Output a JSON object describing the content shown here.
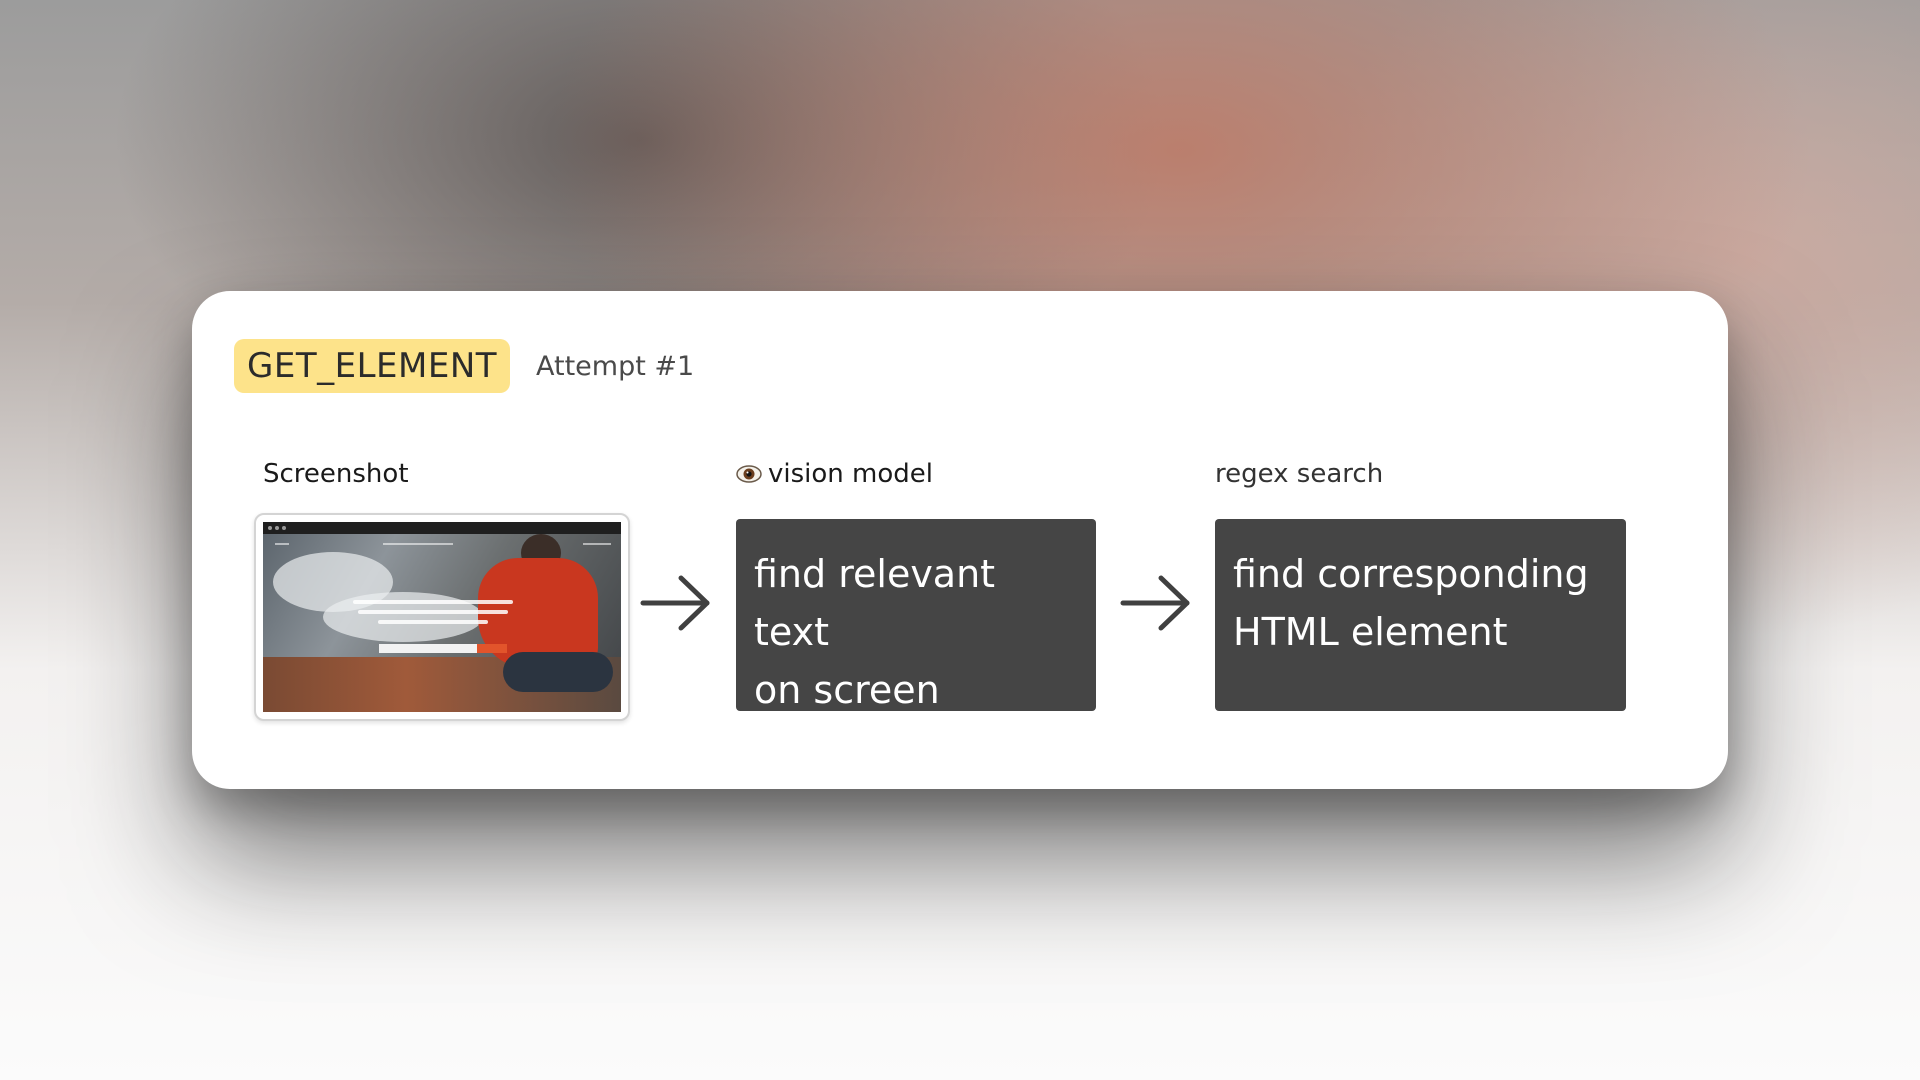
{
  "card": {
    "tag": "GET_ELEMENT",
    "attempt": "Attempt #1"
  },
  "steps": [
    {
      "label": "Screenshot"
    },
    {
      "label": "vision model",
      "icon": "eye-icon",
      "lines": [
        "find relevant text",
        "on screen"
      ]
    },
    {
      "label": "regex search",
      "lines": [
        "find corresponding",
        "HTML element"
      ]
    }
  ],
  "colors": {
    "tag_bg": "#fde38a",
    "box_bg": "#454545",
    "arrow": "#404040"
  }
}
